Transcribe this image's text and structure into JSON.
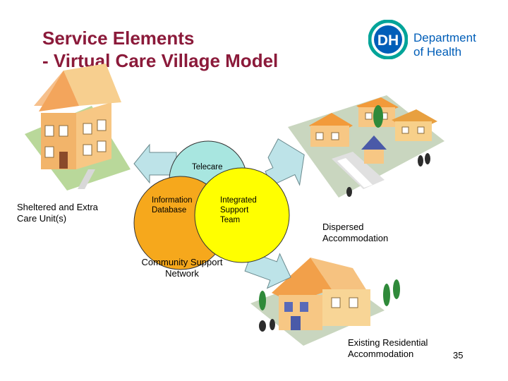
{
  "slide": {
    "title_line1": "Service Elements",
    "title_line2": "- Virtual Care Village Model",
    "page_number": "35"
  },
  "logo": {
    "badge_text": "DH",
    "line1": "Department",
    "line2": "of Health"
  },
  "diagram": {
    "telecare_label": "Telecare",
    "information_database_label": "Information Database",
    "integrated_support_team_label": "Integrated Support Team",
    "community_support_network_label": "Community Support Network",
    "sheltered_care_label": "Sheltered and Extra Care Unit(s)",
    "dispersed_accommodation_label": "Dispersed Accommodation",
    "existing_residential_label": "Existing Residential Accommodation"
  },
  "colors": {
    "title": "#8b1a3a",
    "brand_blue": "#005eb8",
    "telecare_circle": "#a8e6e0",
    "info_db_circle": "#f6a81c",
    "support_team_circle": "#ffff00",
    "arrow_fill": "#bde3e8"
  },
  "icons": [
    "dh-logo-icon",
    "sheltered-housing-icon",
    "dispersed-houses-icon",
    "residential-house-icon",
    "arrow-icon"
  ]
}
